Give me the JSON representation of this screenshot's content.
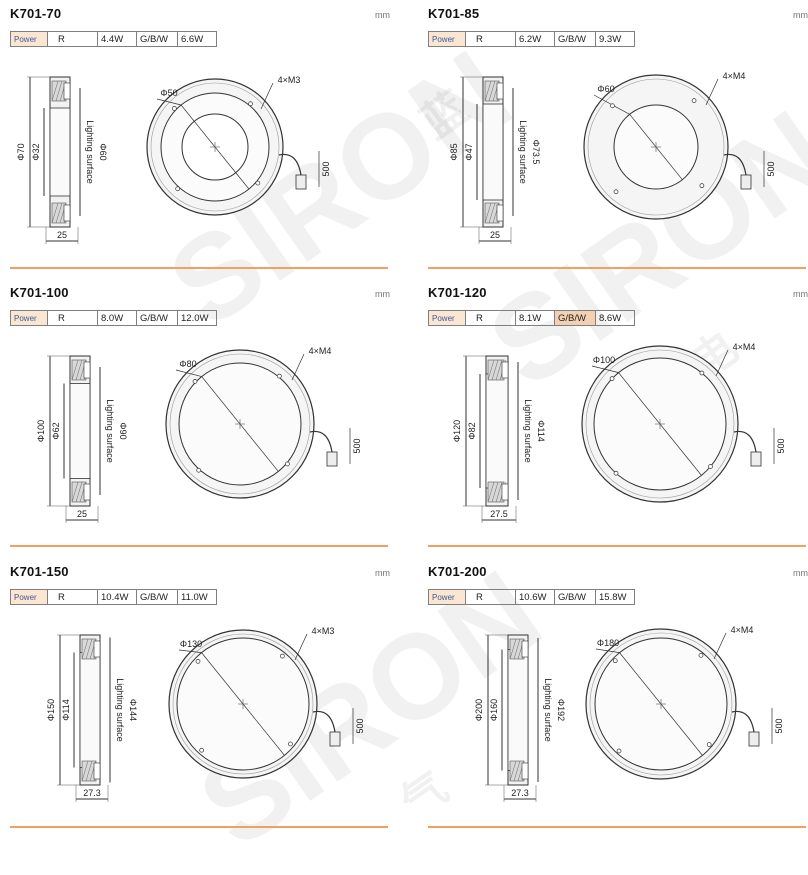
{
  "unit": "mm",
  "power_label": "Power",
  "r_label": "R",
  "gbw_label": "G/B/W",
  "surface_label": "Lighting surface",
  "cable_len": "500",
  "watermark": {
    "brand": "SIRON",
    "cn1": "蓝",
    "cn2": "胜",
    "cn3": "电",
    "cn4": "气"
  },
  "products": [
    {
      "model": "K701-70",
      "r_power": "4.4W",
      "gbw_power": "6.6W",
      "outer_dia": "Φ70",
      "inner_dia": "Φ32",
      "surface_dia": "Φ60",
      "height": "25",
      "front_inner": "Φ50",
      "screws": "4×M3"
    },
    {
      "model": "K701-85",
      "r_power": "6.2W",
      "gbw_power": "9.3W",
      "outer_dia": "Φ85",
      "inner_dia": "Φ47",
      "surface_dia": "Φ73.5",
      "height": "25",
      "front_inner": "Φ60",
      "screws": "4×M4"
    },
    {
      "model": "K701-100",
      "r_power": "8.0W",
      "gbw_power": "12.0W",
      "outer_dia": "Φ100",
      "inner_dia": "Φ62",
      "surface_dia": "Φ90",
      "height": "25",
      "front_inner": "Φ80",
      "screws": "4×M4"
    },
    {
      "model": "K701-120",
      "r_power": "8.1W",
      "gbw_power": "8.6W",
      "outer_dia": "Φ120",
      "inner_dia": "Φ82",
      "surface_dia": "Φ114",
      "height": "27.5",
      "front_inner": "Φ100",
      "screws": "4×M4"
    },
    {
      "model": "K701-150",
      "r_power": "10.4W",
      "gbw_power": "11.0W",
      "outer_dia": "Φ150",
      "inner_dia": "Φ114",
      "surface_dia": "Φ144",
      "height": "27.3",
      "front_inner": "Φ130",
      "screws": "4×M3"
    },
    {
      "model": "K701-200",
      "r_power": "10.6W",
      "gbw_power": "15.8W",
      "outer_dia": "Φ200",
      "inner_dia": "Φ160",
      "surface_dia": "Φ192",
      "height": "27.3",
      "front_inner": "Φ180",
      "screws": "4×M4"
    }
  ]
}
